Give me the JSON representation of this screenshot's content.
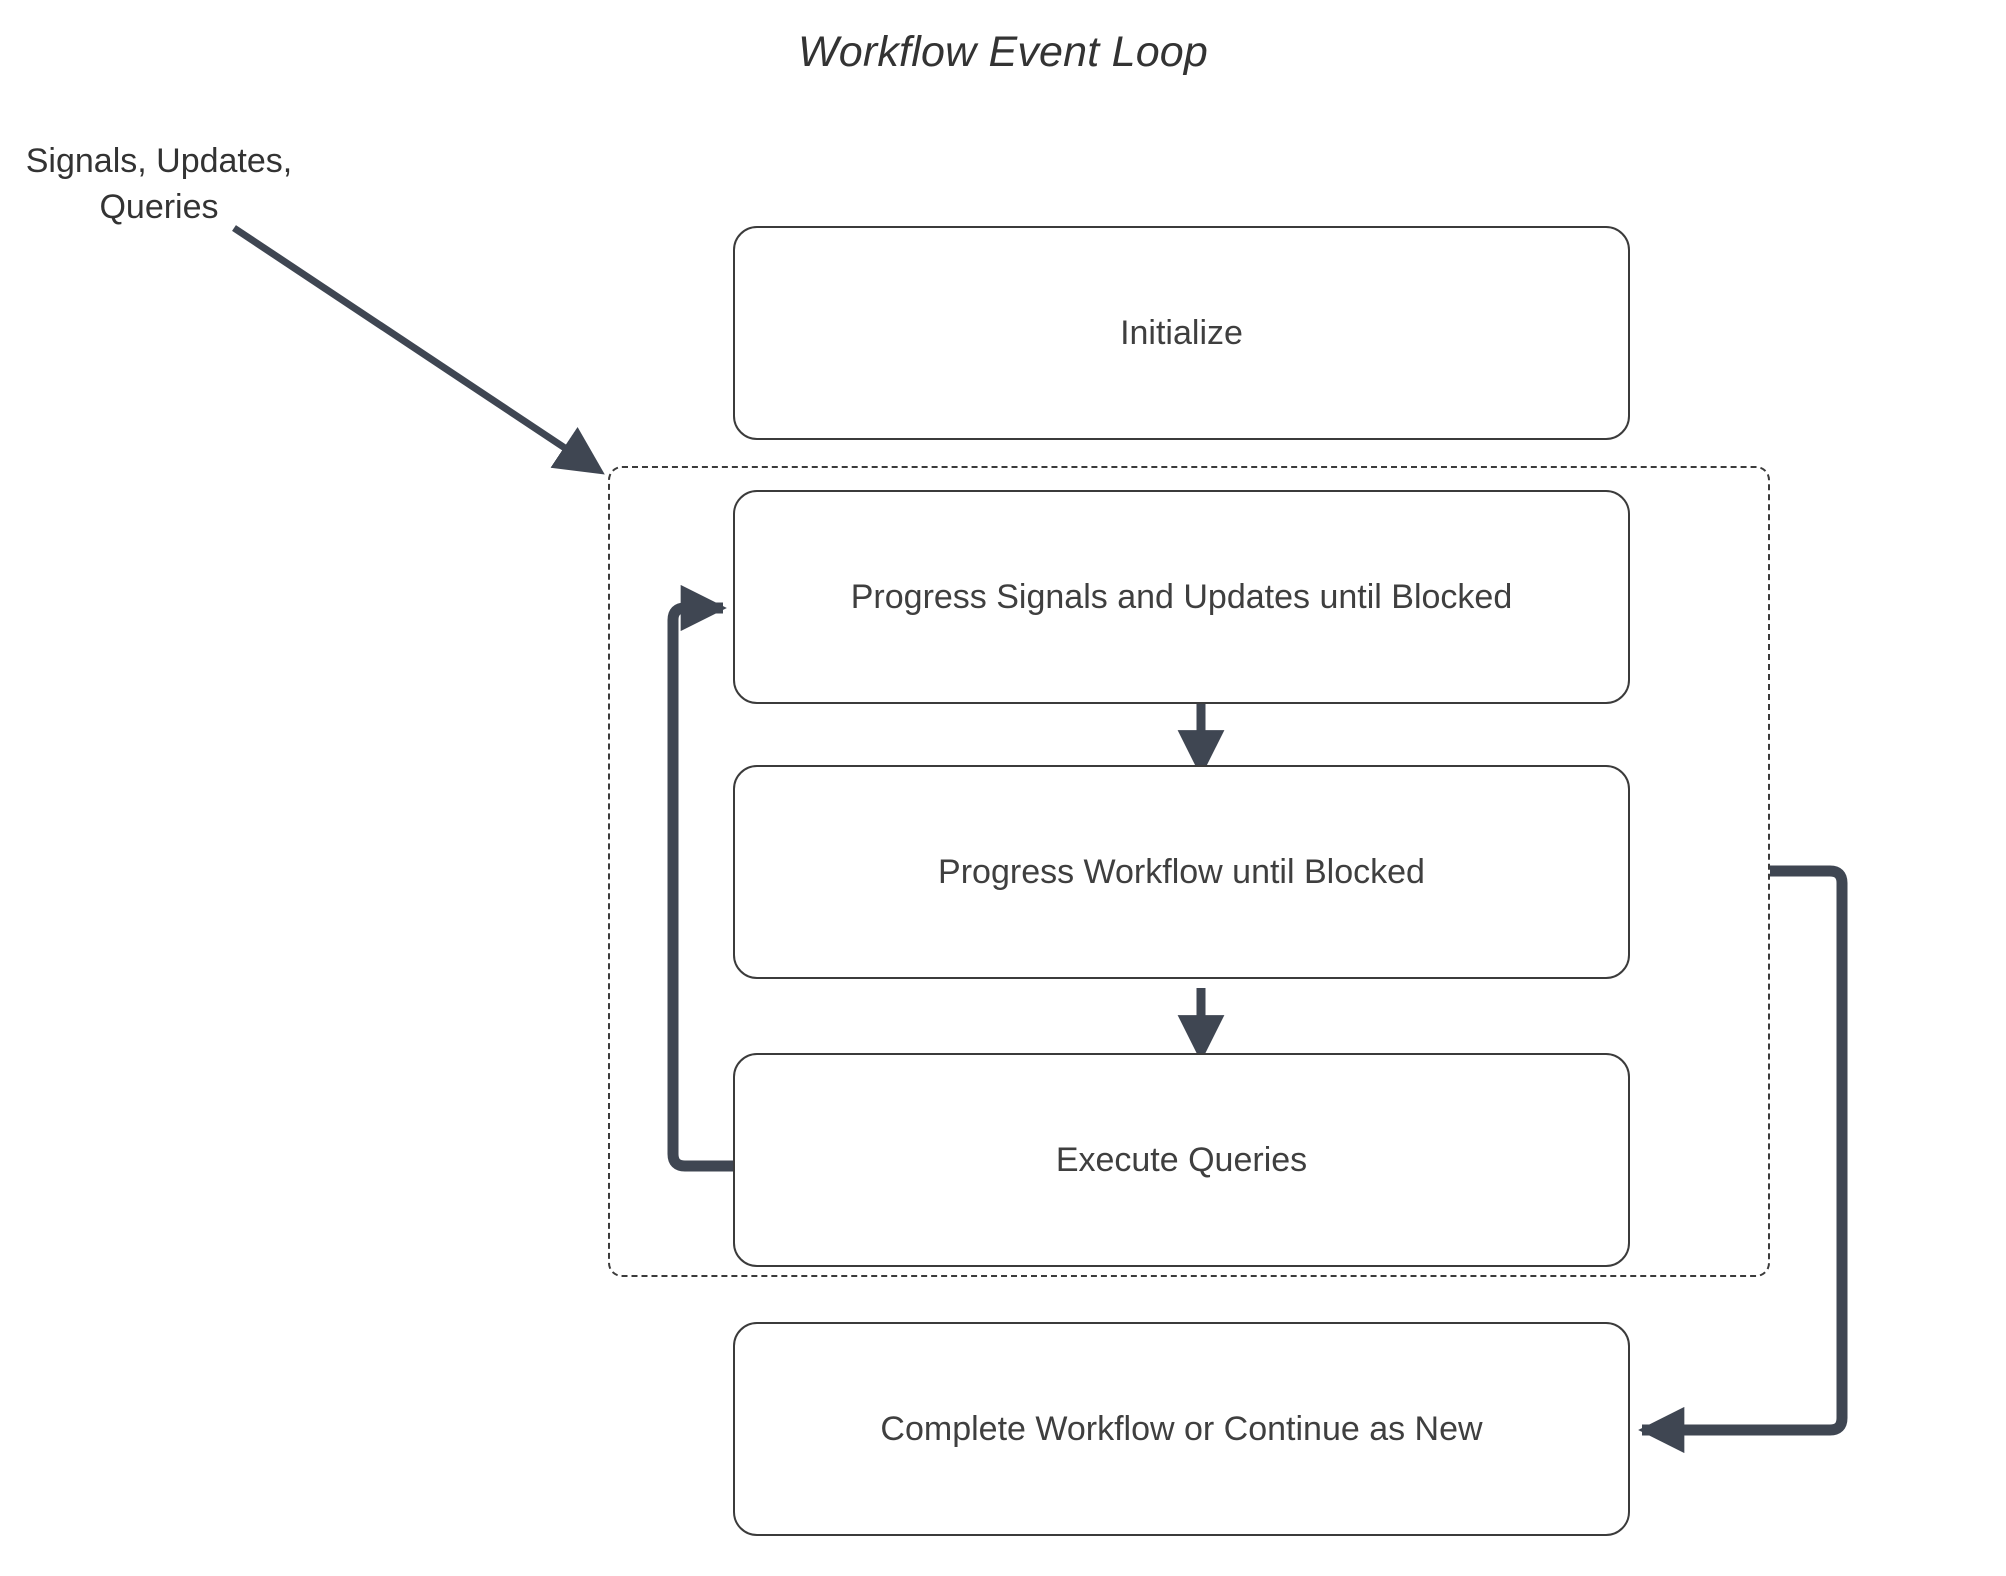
{
  "diagram": {
    "title": "Workflow Event Loop",
    "external_label": "Signals, Updates,\nQueries",
    "colors": {
      "node_border": "#3b3b3b",
      "node_fill": "#ffffff",
      "text": "#3f3f3f",
      "connector": "#3f4652",
      "group_border": "#3b3b3b",
      "background": "#ffffff"
    },
    "nodes": [
      {
        "id": "initialize",
        "label": "Initialize"
      },
      {
        "id": "progress-signals-updates",
        "label": "Progress Signals and Updates until Blocked"
      },
      {
        "id": "progress-workflow",
        "label": "Progress Workflow until Blocked"
      },
      {
        "id": "execute-queries",
        "label": "Execute Queries"
      },
      {
        "id": "complete-or-continue",
        "label": "Complete Workflow or Continue as New"
      }
    ],
    "group": {
      "id": "event-loop-group",
      "style": "dashed",
      "label": ""
    },
    "edges": [
      {
        "id": "signals-into-loop",
        "from": "Signals, Updates, Queries",
        "to": "event-loop-group",
        "style": "diagonal-arrow"
      },
      {
        "id": "signals-to-workflow",
        "from": "Progress Signals and Updates until Blocked",
        "to": "Progress Workflow until Blocked",
        "style": "vertical-arrow"
      },
      {
        "id": "workflow-to-queries",
        "from": "Progress Workflow until Blocked",
        "to": "Execute Queries",
        "style": "vertical-arrow"
      },
      {
        "id": "queries-back-to-signals",
        "from": "Execute Queries",
        "to": "Progress Signals and Updates until Blocked",
        "style": "loop-left"
      },
      {
        "id": "loop-to-complete",
        "from": "event-loop-group",
        "to": "Complete Workflow or Continue as New",
        "style": "loop-right"
      }
    ]
  }
}
